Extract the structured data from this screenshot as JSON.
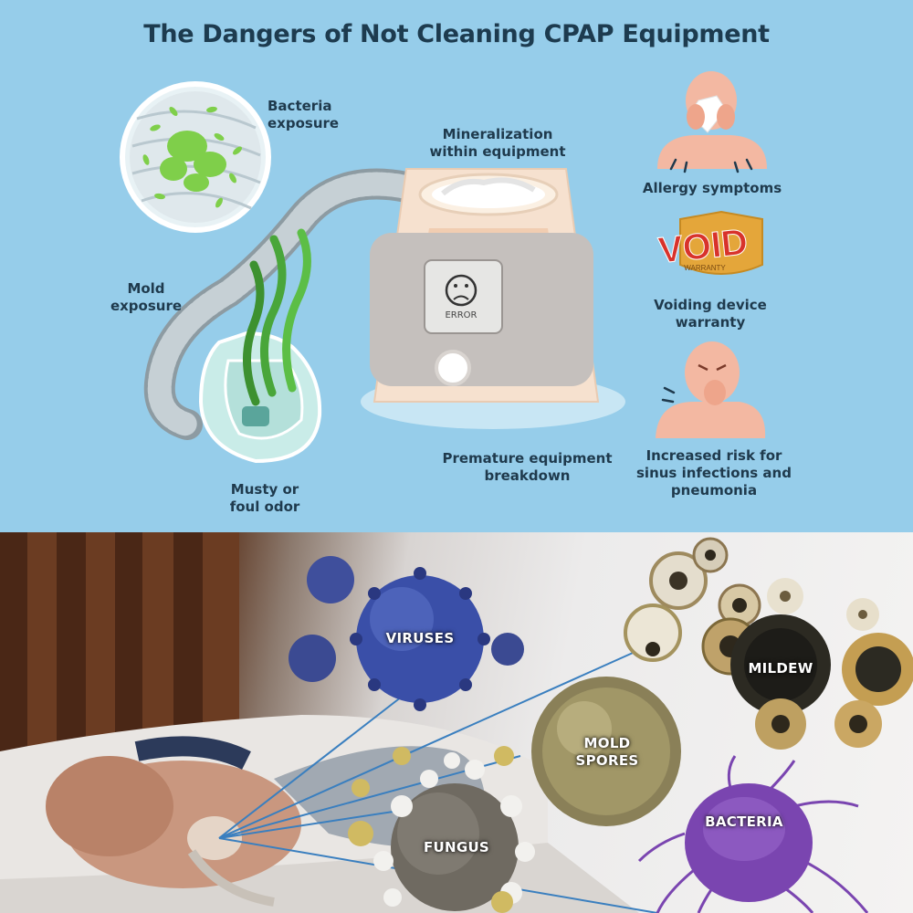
{
  "infographic": {
    "title": "The Dangers of Not Cleaning CPAP Equipment",
    "labels": {
      "bacteria": "Bacteria exposure",
      "mineralization": "Mineralization within equipment",
      "mold": "Mold exposure",
      "odor": "Musty or foul odor",
      "breakdown": "Premature equipment breakdown",
      "allergy": "Allergy symptoms",
      "warranty": "Voiding device warranty",
      "infection": "Increased risk for sinus infections and pneumonia"
    },
    "screen_text": "ERROR",
    "stamp_text": "VOID",
    "stamp_subtext": "WARRANTY"
  },
  "photo": {
    "labels": {
      "viruses": "VIRUSES",
      "mildew": "MILDEW",
      "mold_spores": "MOLD SPORES",
      "fungus": "FUNGUS",
      "bacteria": "BACTERIA"
    }
  },
  "colors": {
    "sky_blue": "#96cdea",
    "title_navy": "#1d3b4f",
    "bacteria_green": "#7fcf4a",
    "void_red": "#d8332b",
    "virus_blue": "#3a4fa8",
    "bacteria_purple": "#7a45b0",
    "wood_brown": "#5a321c"
  }
}
